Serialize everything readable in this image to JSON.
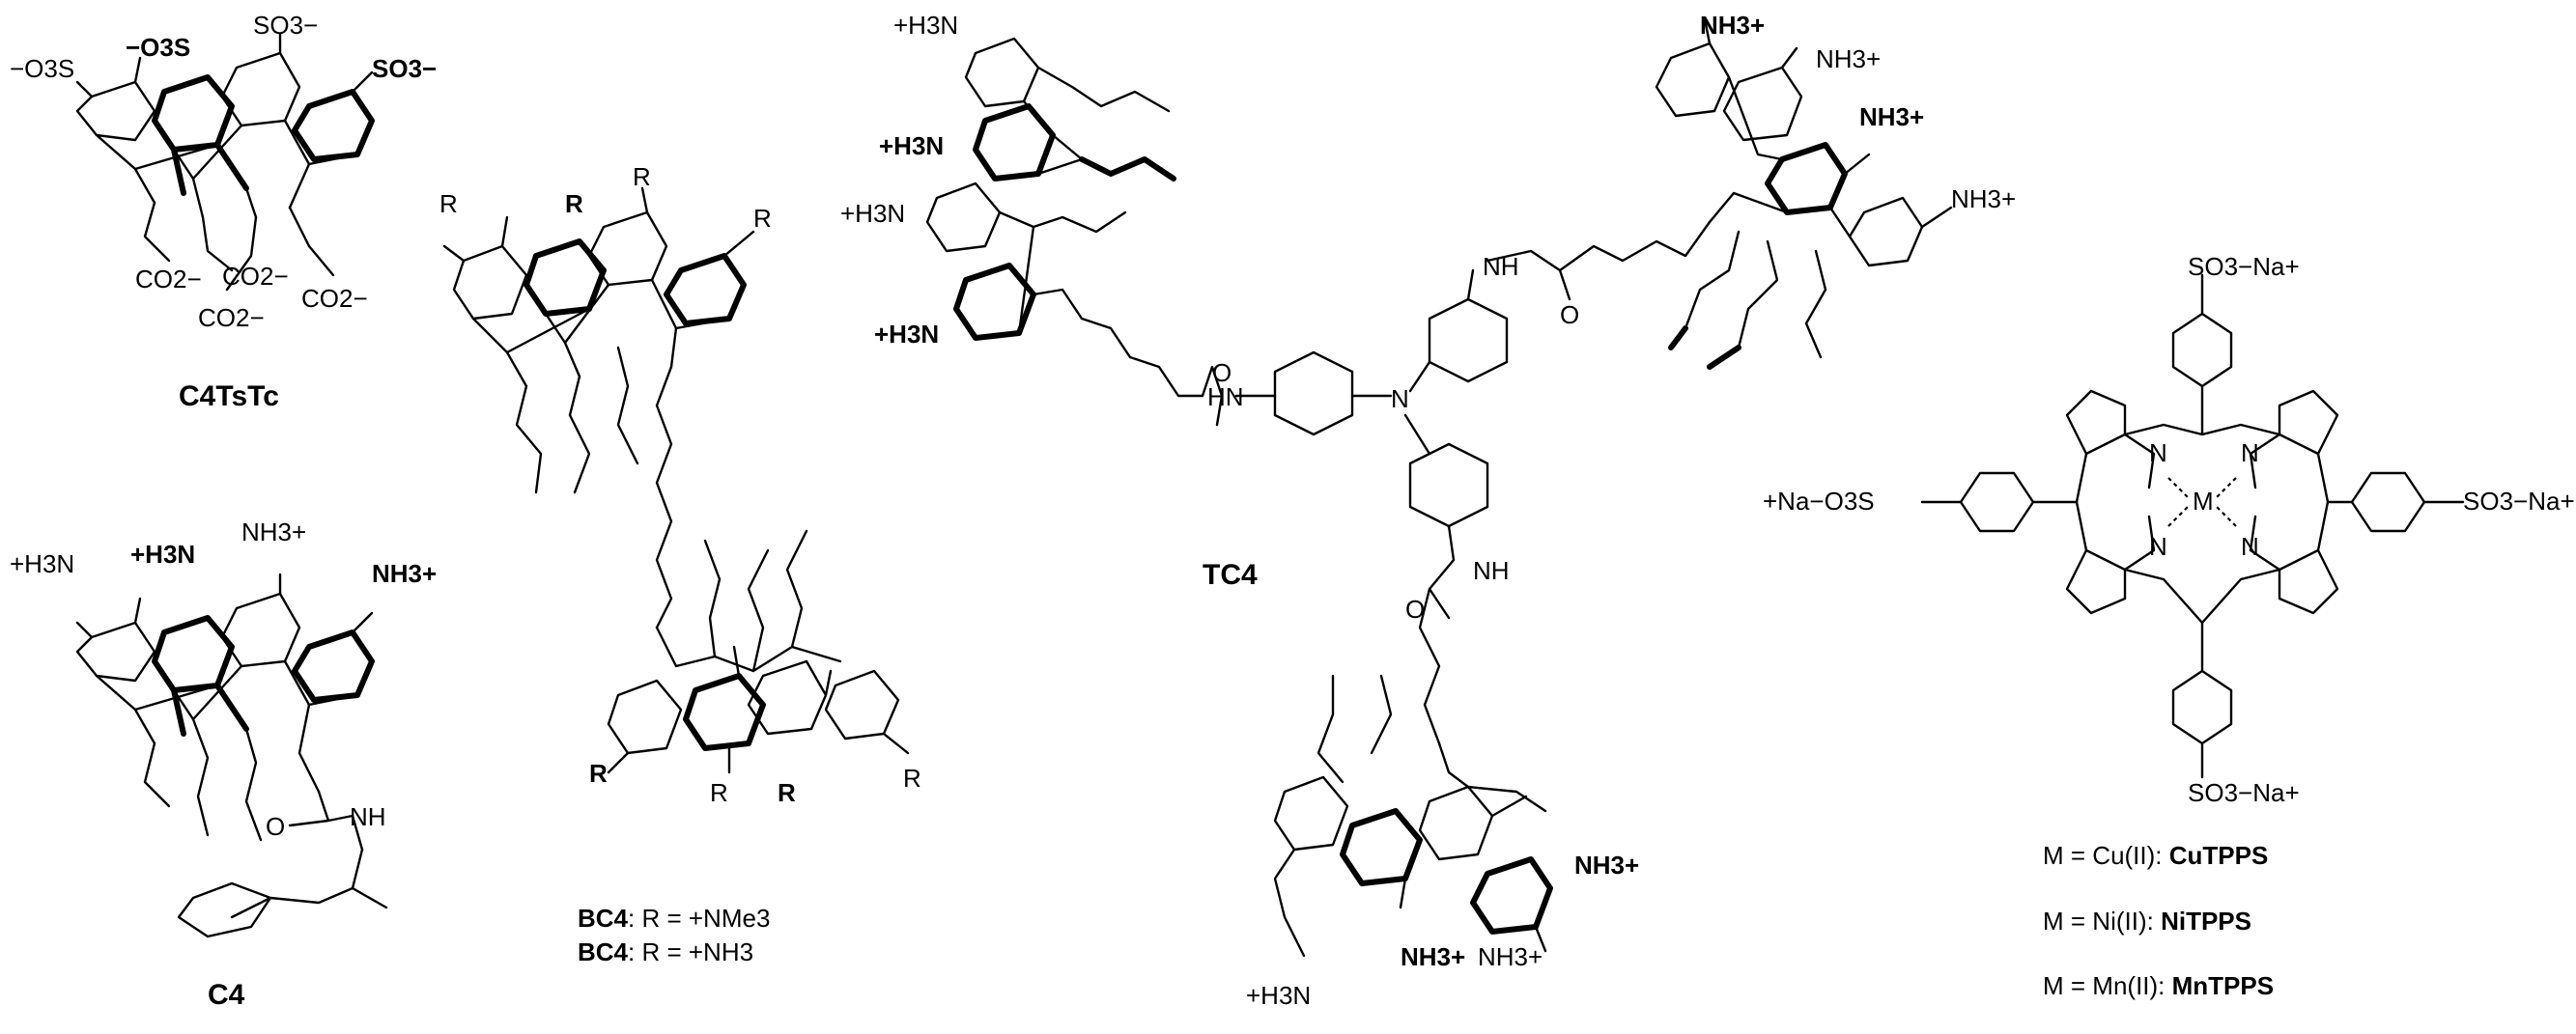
{
  "structures": {
    "c4tstc": {
      "caption": "C4TsTc",
      "labels": [
        "−O3S",
        "−O3S",
        "SO3−",
        "SO3−",
        "CO2−",
        "CO2−",
        "CO2−",
        "CO2−"
      ]
    },
    "c4": {
      "caption": "C4",
      "labels": [
        "+H3N",
        "+H3N",
        "NH3+",
        "NH3+",
        "NH",
        "O"
      ]
    },
    "bc4": {
      "labels": [
        "R"
      ],
      "legend": [
        {
          "name": "BC4",
          "text": ": R = +NMe3"
        },
        {
          "name": "BC4",
          "text": ": R = +NH3"
        }
      ]
    },
    "tc4": {
      "caption": "TC4",
      "labels": [
        "+H3N",
        "NH3+",
        "HN",
        "NH",
        "N",
        "O"
      ]
    },
    "tpps": {
      "labels": [
        "SO3−Na+",
        "+Na−O3S",
        "SO3−Na+",
        "SO3−Na+",
        "N",
        "M"
      ],
      "legend": [
        {
          "prefix": "M = Cu(II): ",
          "name": "CuTPPS"
        },
        {
          "prefix": "M = Ni(II): ",
          "name": "NiTPPS"
        },
        {
          "prefix": "M = Mn(II): ",
          "name": "MnTPPS"
        }
      ]
    }
  }
}
